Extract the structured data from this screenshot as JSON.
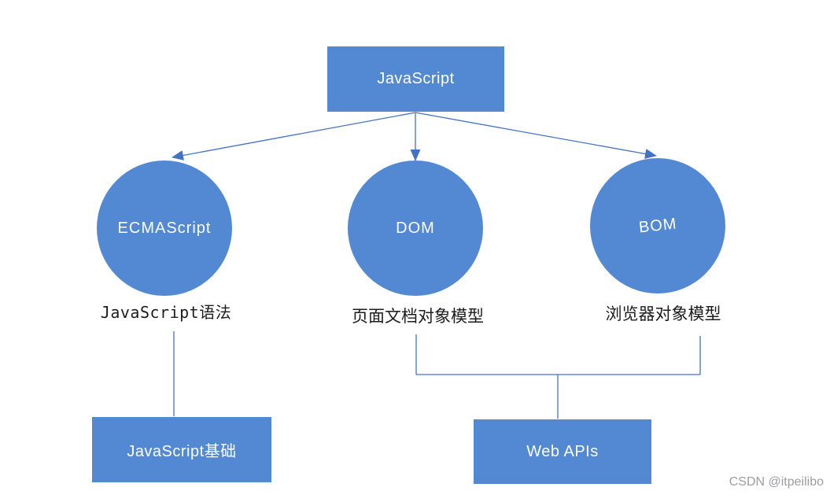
{
  "diagram": {
    "root": {
      "label": "JavaScript"
    },
    "branches": [
      {
        "id": "ecmascript",
        "label": "ECMAScript",
        "caption": "JavaScript语法"
      },
      {
        "id": "dom",
        "label": "DOM",
        "caption": "页面文档对象模型"
      },
      {
        "id": "bom",
        "label": "BOM",
        "caption": "浏览器对象模型"
      }
    ],
    "groups": [
      {
        "id": "js-basics",
        "label": "JavaScript基础"
      },
      {
        "id": "web-apis",
        "label": "Web APIs"
      }
    ]
  },
  "watermark": "CSDN @itpeilibo",
  "colors": {
    "shape_fill": "#5289d2",
    "connector": "#4472c4",
    "text_on_shape": "#ffffff",
    "caption_text": "#1c1c1c",
    "watermark_text": "#9d9da0",
    "background": "#ffffff"
  }
}
